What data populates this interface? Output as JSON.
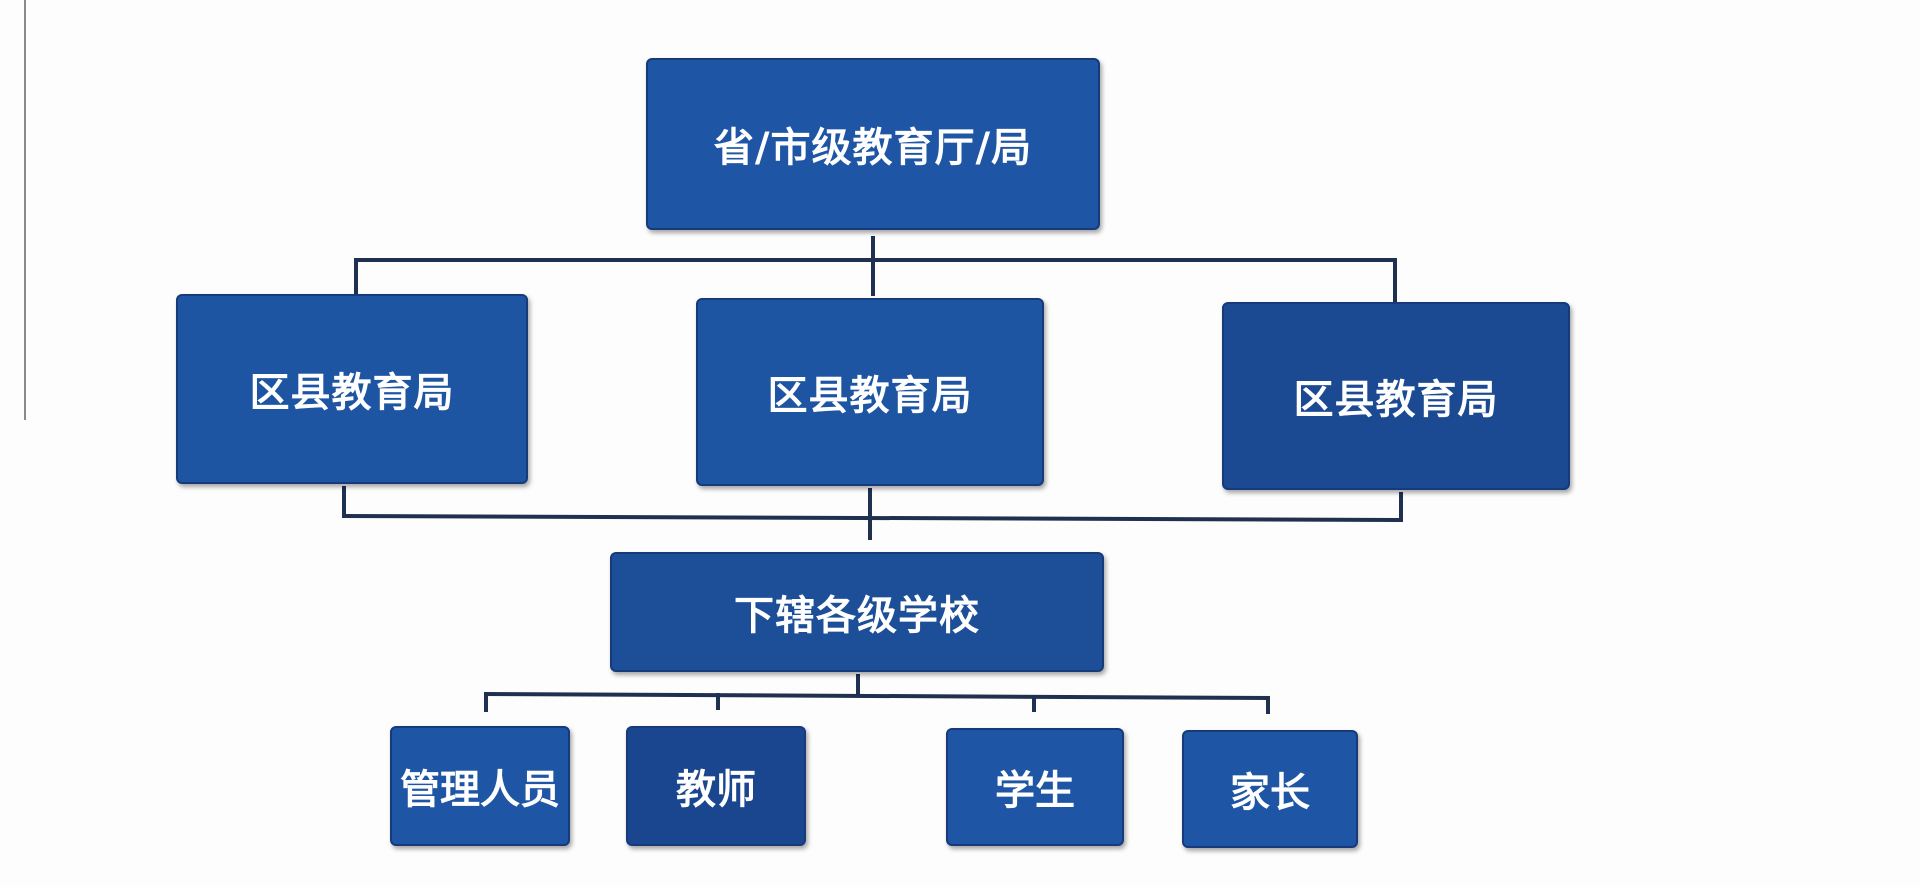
{
  "diagram": {
    "root": {
      "label": "省/市级教育厅/局"
    },
    "districts": [
      {
        "label": "区县教育局"
      },
      {
        "label": "区县教育局"
      },
      {
        "label": "区县教育局"
      }
    ],
    "schools": {
      "label": "下辖各级学校"
    },
    "roles": [
      {
        "label": "管理人员"
      },
      {
        "label": "教师"
      },
      {
        "label": "学生"
      },
      {
        "label": "家长"
      }
    ]
  },
  "colors": {
    "box_fill": "#1e56a5",
    "box_border": "#173a7a",
    "connector": "#1f3050",
    "text": "#ffffff"
  }
}
